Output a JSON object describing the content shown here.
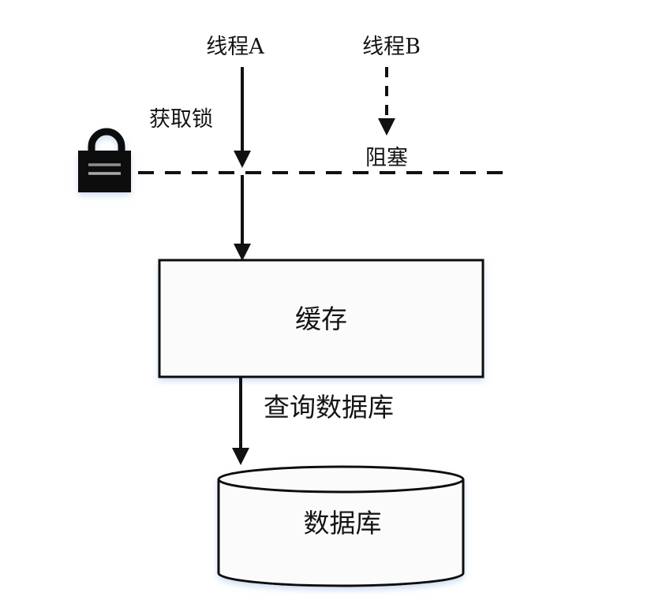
{
  "diagram": {
    "labels": {
      "thread_a": "线程A",
      "thread_b": "线程B",
      "acquire_lock": "获取锁",
      "blocked": "阻塞",
      "cache": "缓存",
      "query_database": "查询数据库",
      "database": "数据库"
    },
    "icons": {
      "lock": "padlock-icon"
    },
    "colors": {
      "background": "#ffffff",
      "line": "#111111",
      "shape_fill": "#fbfbfb",
      "shadow": "#a9c4e4",
      "lock_detail_top": "#8f8f8f",
      "lock_detail_bottom": "#ababab"
    }
  }
}
